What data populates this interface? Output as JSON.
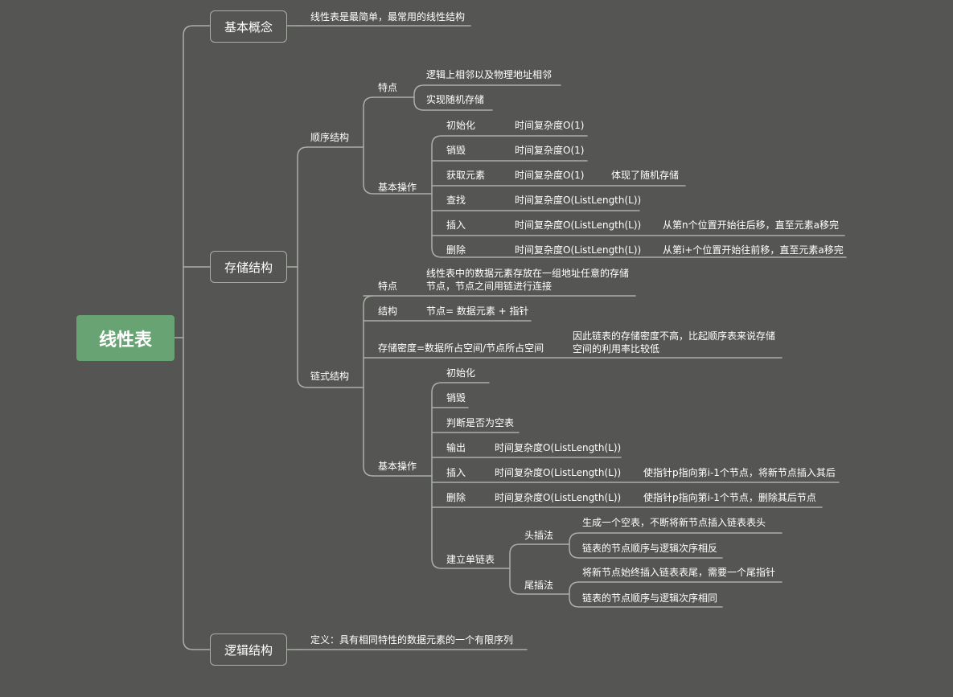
{
  "root": "线性表",
  "basic": {
    "title": "基本概念",
    "desc": "线性表是最简单，最常用的线性结构"
  },
  "storage": {
    "title": "存储结构",
    "sequential": {
      "title": "顺序结构",
      "features": {
        "title": "特点",
        "items": [
          "逻辑上相邻以及物理地址相邻",
          "实现随机存储"
        ]
      },
      "ops": {
        "title": "基本操作",
        "items": [
          {
            "name": "初始化",
            "complexity": "时间复杂度O(1)",
            "note": ""
          },
          {
            "name": "销毁",
            "complexity": "时间复杂度O(1)",
            "note": ""
          },
          {
            "name": "获取元素",
            "complexity": "时间复杂度O(1)",
            "note": "体现了随机存储"
          },
          {
            "name": "查找",
            "complexity": "时间复杂度O(ListLength(L))",
            "note": ""
          },
          {
            "name": "插入",
            "complexity": "时间复杂度O(ListLength(L))",
            "note": "从第n个位置开始往后移，直至元素a移完"
          },
          {
            "name": "删除",
            "complexity": "时间复杂度O(ListLength(L))",
            "note": "从第i+个位置开始往前移，直至元素a移完"
          }
        ]
      }
    },
    "linked": {
      "title": "链式结构",
      "features": {
        "title": "特点",
        "line1": "线性表中的数据元素存放在一组地址任意的存储",
        "line2": "节点，节点之间用链进行连接"
      },
      "structure": {
        "title": "结构",
        "value": "节点= 数据元素 + 指针"
      },
      "density": {
        "title": "存储密度=数据所占空间/节点所占空间",
        "line1": "因此链表的存储密度不高，比起顺序表来说存储",
        "line2": "空间的利用率比较低"
      },
      "ops": {
        "title": "基本操作",
        "items": [
          {
            "name": "初始化",
            "complexity": "",
            "note": ""
          },
          {
            "name": "销毁",
            "complexity": "",
            "note": ""
          },
          {
            "name": "判断是否为空表",
            "complexity": "",
            "note": ""
          },
          {
            "name": "输出",
            "complexity": "时间复杂度O(ListLength(L))",
            "note": ""
          },
          {
            "name": "插入",
            "complexity": "时间复杂度O(ListLength(L))",
            "note": "使指针p指向第i-1个节点，将新节点插入其后"
          },
          {
            "name": "删除",
            "complexity": "时间复杂度O(ListLength(L))",
            "note": "使指针p指向第i-1个节点，删除其后节点"
          }
        ],
        "build": {
          "title": "建立单链表",
          "head": {
            "title": "头插法",
            "items": [
              "生成一个空表，不断将新节点插入链表表头",
              "链表的节点顺序与逻辑次序相反"
            ]
          },
          "tail": {
            "title": "尾插法",
            "items": [
              "将新节点始终插入链表表尾，需要一个尾指针",
              "链表的节点顺序与逻辑次序相同"
            ]
          }
        }
      }
    }
  },
  "logical": {
    "title": "逻辑结构",
    "desc": "定义：具有相同特性的数据元素的一个有限序列"
  }
}
